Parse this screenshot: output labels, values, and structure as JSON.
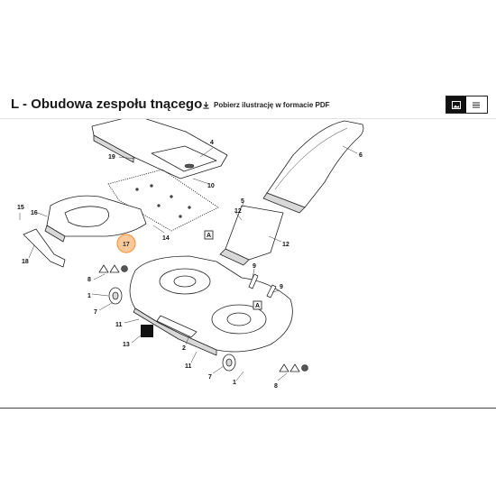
{
  "header": {
    "title": "L - Obudowa zespołu tnącego",
    "download_label": "Pobierz ilustrację w formacie PDF",
    "download_icon": "download-icon",
    "view_toggle": [
      "image-view-icon",
      "list-view-icon"
    ]
  },
  "diagram": {
    "highlighted_part": "17",
    "labels": {
      "p1a": "1",
      "p1b": "1",
      "p2": "2",
      "p4": "4",
      "p5": "5",
      "p6": "6",
      "p7a": "7",
      "p7b": "7",
      "p8a": "8",
      "p8b": "8",
      "p9a": "9",
      "p9b": "9",
      "p10": "10",
      "p11a": "11",
      "p11b": "11",
      "p12a": "12",
      "p12b": "12",
      "p13": "13",
      "p14": "14",
      "p15": "15",
      "p16": "16",
      "p17": "17",
      "p18": "18",
      "p19": "19",
      "markA1": "A",
      "markA2": "A"
    }
  },
  "colors": {
    "highlight_fill": "#fbc99a",
    "highlight_stroke": "#f29a4a",
    "ink": "#111111"
  }
}
